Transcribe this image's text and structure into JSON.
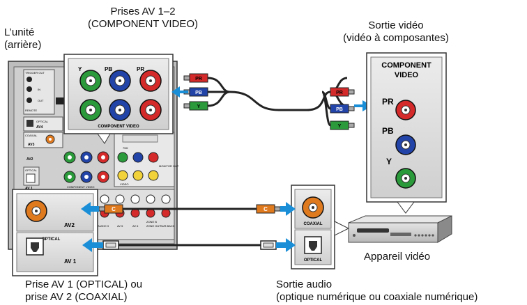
{
  "captions": {
    "unit_line1": "L’unité",
    "unit_line2": "(arrière)",
    "av12_line1": "Prises AV 1–2",
    "av12_line2": "(COMPONENT VIDEO)",
    "video_out_line1": "Sortie vidéo",
    "video_out_line2": "(vidéo à composantes)",
    "video_device": "Appareil vidéo",
    "av_jacks_line1": "Prise AV 1 (OPTICAL) ou",
    "av_jacks_line2": "prise AV 2 (COAXIAL)",
    "audio_out_line1": "Sortie audio",
    "audio_out_line2": "(optique numérique ou coaxiale numérique)"
  },
  "receiver_zoom": {
    "jack_labels": [
      "Y",
      "PB",
      "PR"
    ],
    "panel_label": "COMPONENT VIDEO"
  },
  "receiver_back": {
    "labels": [
      "TRIGGER OUT",
      "IN",
      "OUT",
      "REMOTE",
      "OPTICAL",
      "AV4",
      "COAXIAL",
      "AV3",
      "AV2",
      "OPTICAL",
      "AV 1",
      "COMPONENT VIDEO",
      "75Ω",
      "MONITOR OUT",
      "VIDEO",
      "AUDIO 3",
      "AV 5",
      "AV 6",
      "ZONE B",
      "ZONE OUT",
      "SUR.BACK"
    ]
  },
  "receiver_audio_zoom": {
    "coax_label": "AV2",
    "optical_label": "OPTICAL",
    "optical_jack_label": "AV 1"
  },
  "device_panel": {
    "title_line1": "COMPONENT",
    "title_line2": "VIDEO",
    "jack_labels": [
      "PR",
      "PB",
      "Y"
    ]
  },
  "device_audio": {
    "coax_label": "COAXIAL",
    "optical_label": "OPTICAL"
  },
  "cables": {
    "component_plugs": [
      "PR",
      "PB",
      "Y"
    ],
    "coax_plug": "C"
  },
  "colors": {
    "red": "#d42a2a",
    "blue": "#2243a8",
    "green": "#2a9a3a",
    "orange": "#e07a1f",
    "arrow_blue": "#1a8fd8",
    "panel_gray": "#d6d6d6"
  }
}
